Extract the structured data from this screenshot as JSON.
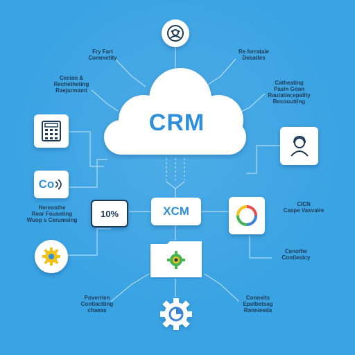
{
  "center": {
    "title": "CRM"
  },
  "hub": {
    "label": "XCM"
  },
  "widgets": {
    "co_text": "Co",
    "pct_text": "10%"
  },
  "labels": {
    "top_left": "Fry Fart\nCommetity",
    "top_right": "Re ferratale\nDebatles",
    "mid_left": "Cecian &\nRechetheting\nRaejarmamt",
    "mid_right": "Catheating\nPasin Goan\nRautatiw;epality\nRecouutting",
    "left_middle": "Hereosthe\nRear Fouseting\nWuop s Cerumsing",
    "right_middle": "CICN\nCaspe Vasvalre",
    "right_lower": "Cenothe\nContiestcy",
    "bottom_left": "Poverrien\nContiactting\nchaeas",
    "bottom_right": "Conoeits\nEpatbetsag\nRannieeda"
  },
  "colors": {
    "background": "#3aa3e3",
    "accent": "#2f8fd8",
    "text": "#1d3a55",
    "gear_yellow": "#f2c21b"
  },
  "icons": {
    "top": "headset-person-icon",
    "calculator": "calculator-icon",
    "co_box": "wifi-signal-icon",
    "person": "customer-icon",
    "ring": "color-ring-icon",
    "gear_left": "gear-icon",
    "folder": "folder-gear-icon",
    "gear_bottom": "gear-chart-icon"
  }
}
